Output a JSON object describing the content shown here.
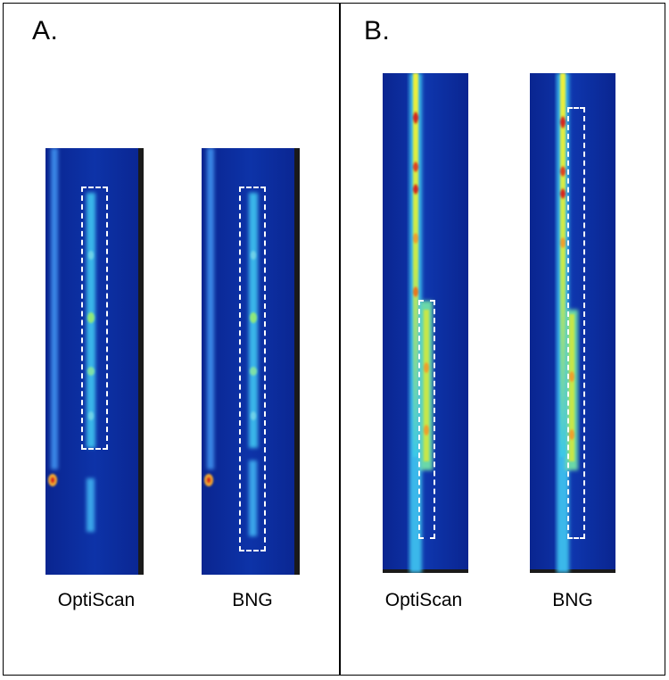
{
  "panels": {
    "a": {
      "label": "A.",
      "captions": [
        "OptiScan",
        "BNG"
      ]
    },
    "b": {
      "label": "B.",
      "captions": [
        "OptiScan",
        "BNG"
      ]
    }
  },
  "colors": {
    "background": "#0b2c9e",
    "molecule_core": "#f2e13a",
    "molecule_glow": "#34c8e8",
    "highlight_box": "#ffffff",
    "hot_spot": "#d8251a"
  }
}
